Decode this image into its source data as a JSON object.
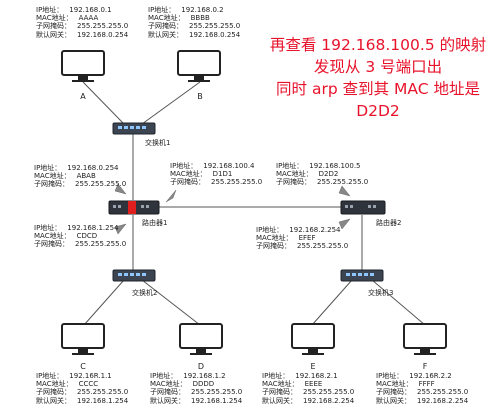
{
  "labels": {
    "ip": "IP地址：",
    "mac": "MAC地址：",
    "mask": "子网掩码：",
    "gateway": "默认网关："
  },
  "hosts": [
    {
      "name": "A",
      "ip": "192.168.0.1",
      "mac": "AAAA",
      "mask": "255.255.255.0",
      "gateway": "192.168.0.254"
    },
    {
      "name": "B",
      "ip": "192.168.0.2",
      "mac": "BBBB",
      "mask": "255.255.255.0",
      "gateway": "192.168.0.254"
    },
    {
      "name": "C",
      "ip": "192.16R.1.1",
      "mac": "CCCC",
      "mask": "255.255.255.0",
      "gateway": "192.168.1.254"
    },
    {
      "name": "D",
      "ip": "192.168.1.2",
      "mac": "DDDD",
      "mask": "255.255.255.0",
      "gateway": "192.168.1.254"
    },
    {
      "name": "E",
      "ip": "192.168.2.1",
      "mac": "EEEE",
      "mask": "255.255.255.0",
      "gateway": "192.168.2.254"
    },
    {
      "name": "F",
      "ip": "192.16R.2.2",
      "mac": "FFFF",
      "mask": "255.255.255.0",
      "gateway": "192.168.2.254"
    }
  ],
  "switches": {
    "s1": "交换机1",
    "s2": "交换机2",
    "s3": "交换机3"
  },
  "routers": {
    "r1": "路由器1",
    "r2": "路由器2"
  },
  "interfaces": {
    "r1_port1": {
      "ip": "192.168.0.254",
      "mac": "ABAB",
      "mask": "255.255.255.0"
    },
    "r1_port2": {
      "ip": "192.168.1.254",
      "mac": "CDCD",
      "mask": "255.255.255.0"
    },
    "r1_port3": {
      "ip": "192.168.100.4",
      "mac": "D1D1",
      "mask": "255.255.255.0"
    },
    "r2_port1": {
      "ip": "192.168.100.5",
      "mac": "D2D2",
      "mask": "255.255.255.0"
    },
    "r2_port2": {
      "ip": "192.168.2.254",
      "mac": "EFEF",
      "mask": "255.255.255.0"
    }
  },
  "note": {
    "line1": "再查看 192.168.100.5 的映射",
    "line2": "发现从 3 号端口出",
    "line3": "同时 arp 查到其 MAC 地址是",
    "line4": "D2D2"
  },
  "colors": {
    "note": "#e8132b",
    "highlight_port": "#e01e1e",
    "wire": "#444444"
  }
}
